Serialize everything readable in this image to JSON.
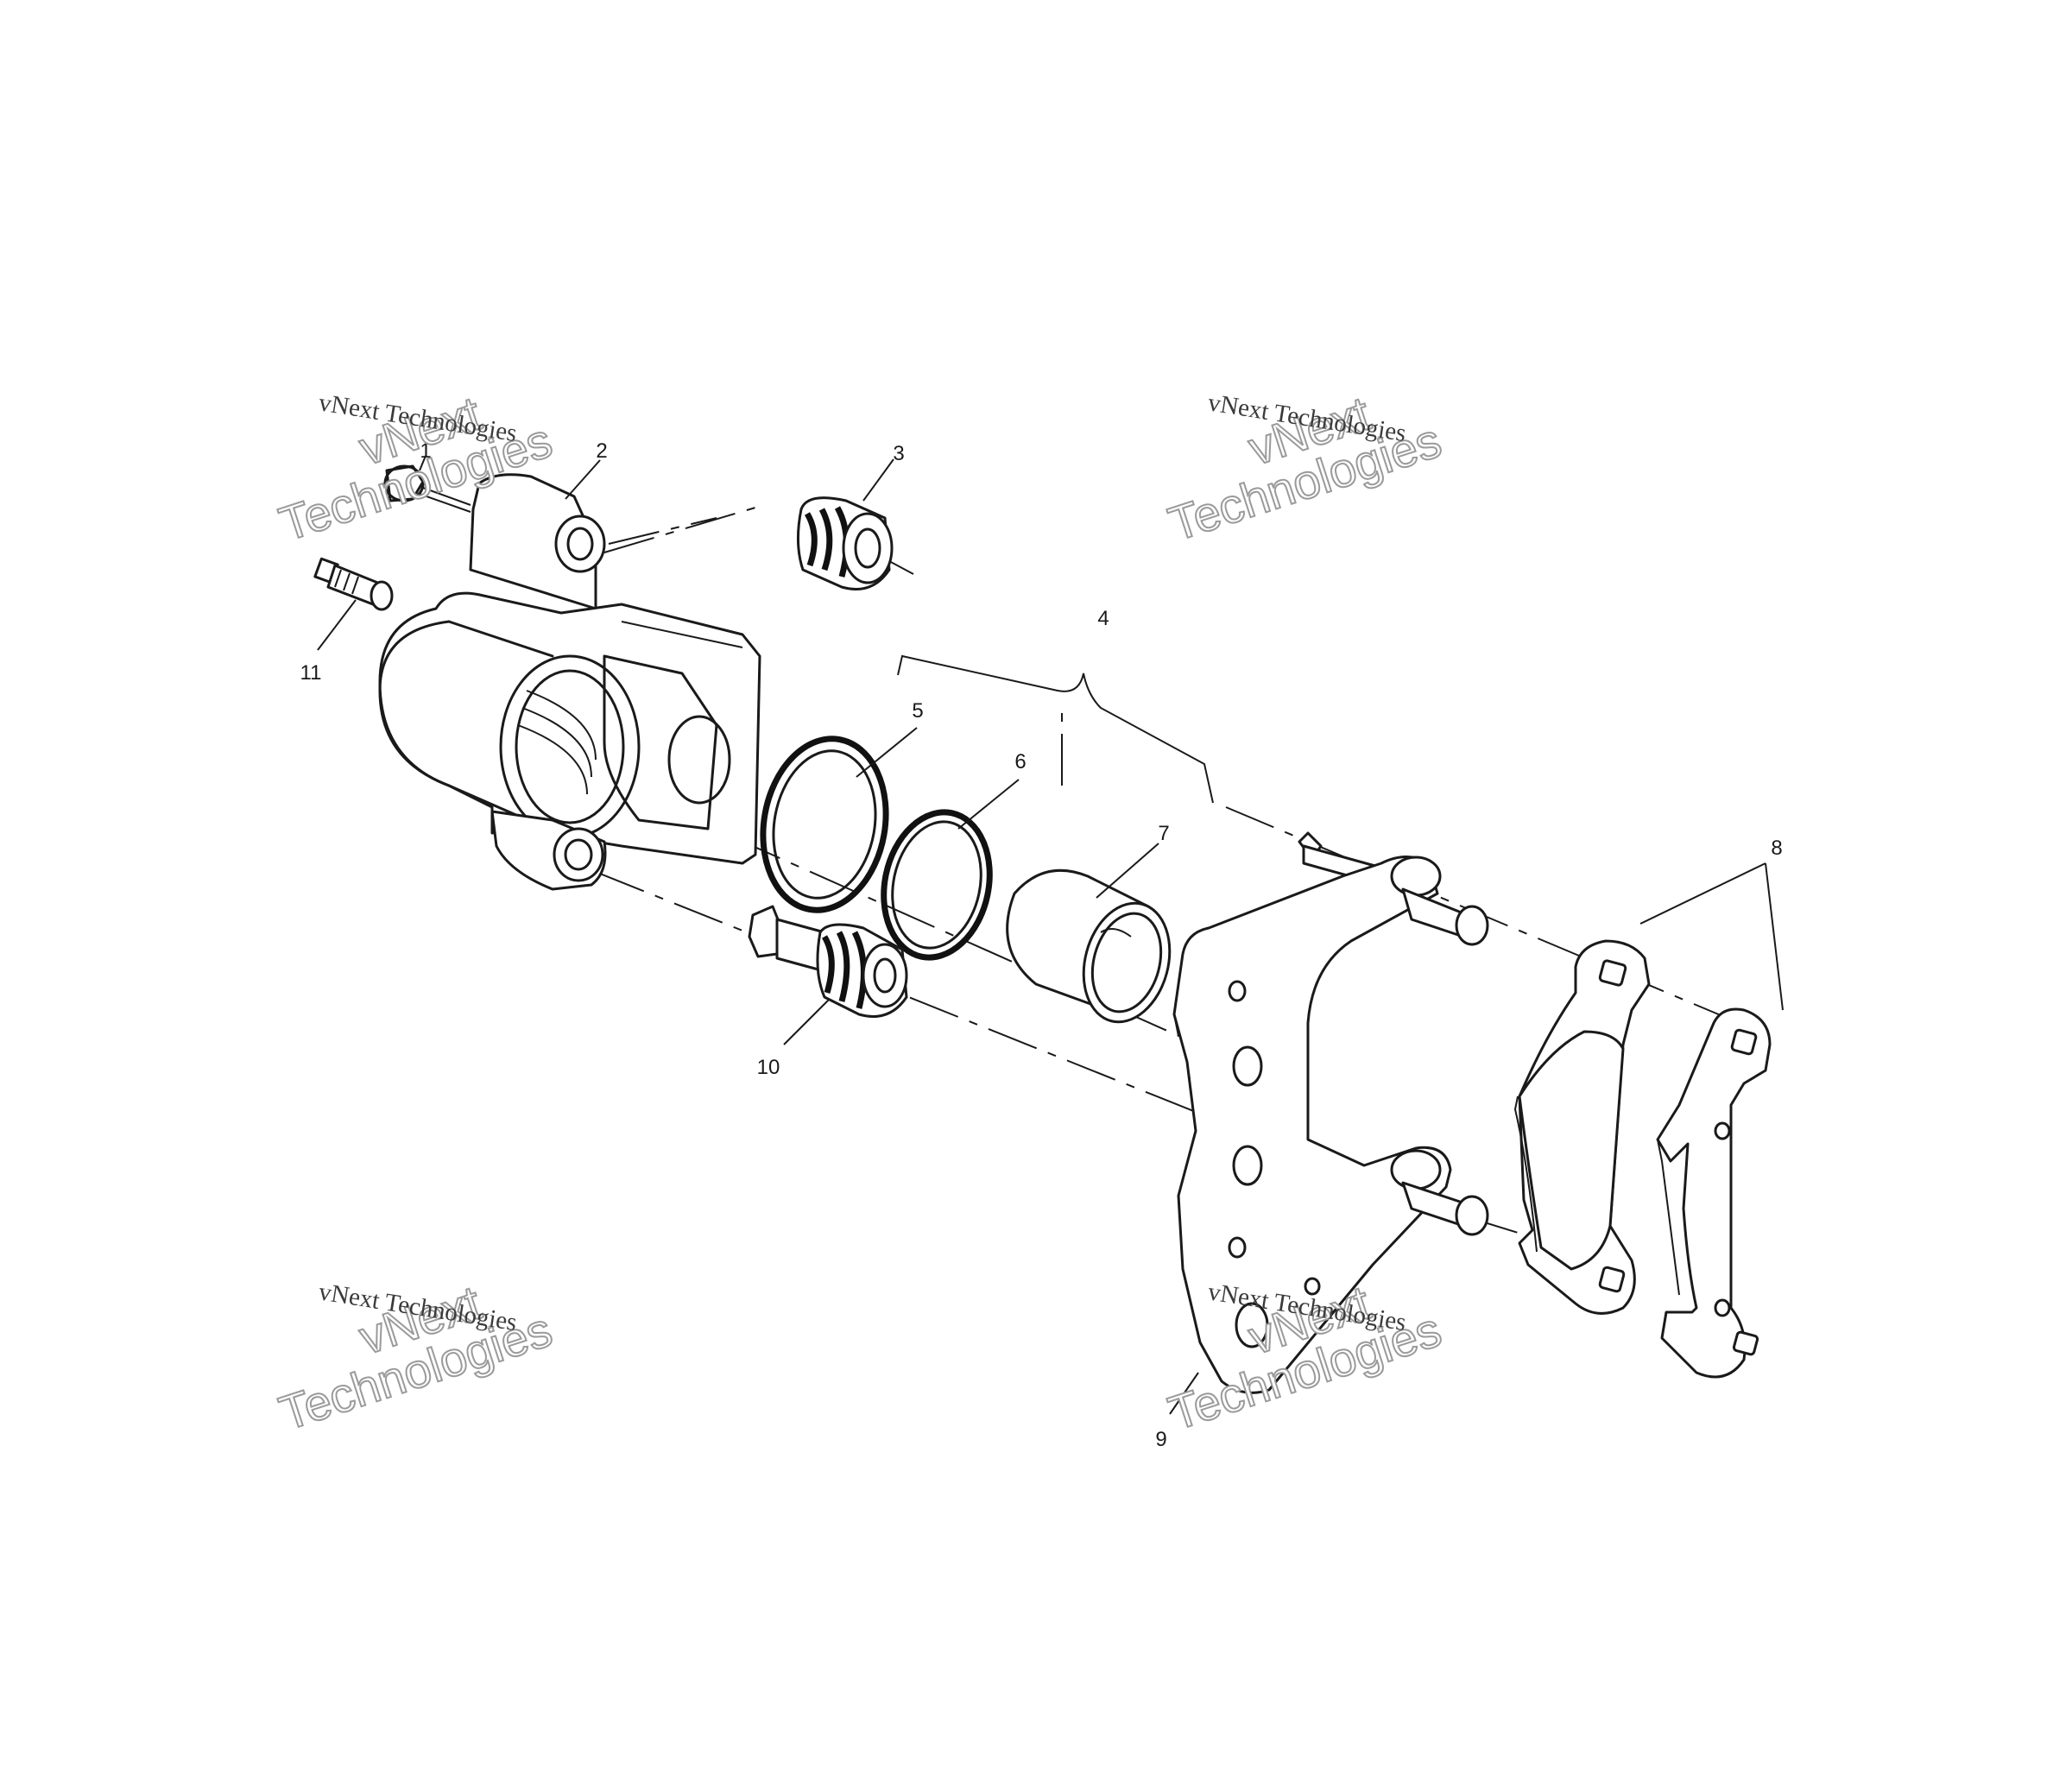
{
  "callouts": [
    {
      "id": "1",
      "label": "1"
    },
    {
      "id": "2",
      "label": "2"
    },
    {
      "id": "3",
      "label": "3"
    },
    {
      "id": "4",
      "label": "4"
    },
    {
      "id": "5",
      "label": "5"
    },
    {
      "id": "6",
      "label": "6"
    },
    {
      "id": "7",
      "label": "7"
    },
    {
      "id": "8",
      "label": "8"
    },
    {
      "id": "9",
      "label": "9"
    },
    {
      "id": "10",
      "label": "10"
    },
    {
      "id": "11",
      "label": "11"
    }
  ],
  "watermark": {
    "line_small": "vNext Technologies",
    "big_line1": "vNext",
    "big_line2": "Technologies"
  }
}
